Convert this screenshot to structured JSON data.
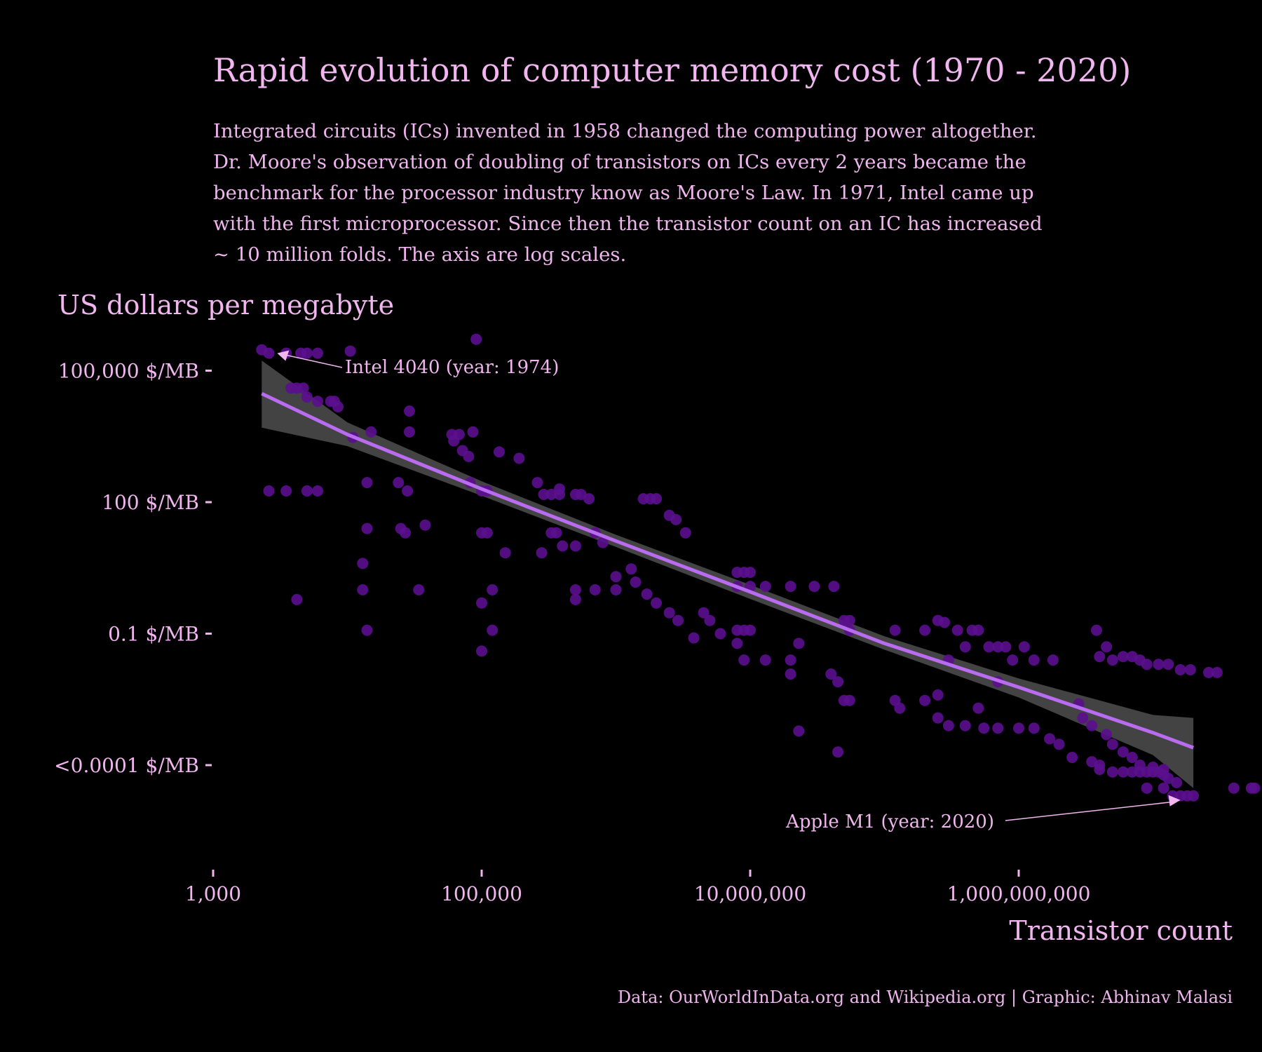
{
  "colors": {
    "background": "#000000",
    "text": "#f1b5ef",
    "points": "#5b0f8e",
    "trend": "#b96cf0",
    "ribbon": "#5a5a5a"
  },
  "title": "Rapid evolution of computer memory cost (1970 - 2020)",
  "subtitle": [
    "Integrated circuits (ICs) invented in 1958 changed the computing power altogether.",
    "Dr. Moore's observation of doubling of transistors on ICs every 2 years became the",
    "benchmark for the processor industry know as Moore's Law. In 1971, Intel came up",
    "with the first microprocessor. Since then the transistor count on an IC has increased",
    "~ 10 million folds. The axis are log scales."
  ],
  "caption": "Data: OurWorldInData.org and Wikipedia.org | Graphic: Abhinav Malasi",
  "chart_data": {
    "type": "scatter",
    "xscale": "log",
    "yscale": "log",
    "xlabel": "Transistor count",
    "ylabel": "US dollars per megabyte",
    "xlim": [
      1000,
      20000000000
    ],
    "ylim": [
      1e-06,
      2000000
    ],
    "grid": false,
    "x_ticks": [
      {
        "value": 1000,
        "label": "1,000"
      },
      {
        "value": 100000,
        "label": "100,000"
      },
      {
        "value": 10000000,
        "label": "10,000,000"
      },
      {
        "value": 1000000000,
        "label": "1,000,000,000"
      }
    ],
    "y_ticks": [
      {
        "value": 100000,
        "label": "100,000 $/MB"
      },
      {
        "value": 100,
        "label": "100 $/MB"
      },
      {
        "value": 0.1,
        "label": "0.1 $/MB"
      },
      {
        "value": 0.0001,
        "label": "<0.0001 $/MB"
      }
    ],
    "trend_line": {
      "x": [
        2300,
        10000,
        100000,
        1000000,
        10000000,
        100000000,
        1000000000,
        10000000000,
        20000000000
      ],
      "y": [
        30000,
        3500,
        200,
        13,
        0.9,
        0.06,
        0.006,
        0.00055,
        0.00025
      ],
      "ci_lower": [
        5000,
        1900,
        140,
        9.5,
        0.62,
        0.043,
        0.0035,
        0.00017,
        3e-05
      ],
      "ci_upper": [
        170000,
        6600,
        300,
        18,
        1.3,
        0.087,
        0.0095,
        0.0014,
        0.0012
      ]
    },
    "annotations": [
      {
        "text": "Intel 4040 (year: 1974)",
        "x": 3000,
        "y": 250000
      },
      {
        "text": "Apple M1 (year: 2020)",
        "x": 16000000000,
        "y": 1.6e-05
      }
    ],
    "points": [
      {
        "x": 2300,
        "y": 300000
      },
      {
        "x": 2600,
        "y": 250000
      },
      {
        "x": 3500,
        "y": 250000
      },
      {
        "x": 4500,
        "y": 250000
      },
      {
        "x": 5000,
        "y": 250000
      },
      {
        "x": 6000,
        "y": 250000
      },
      {
        "x": 10500,
        "y": 280000
      },
      {
        "x": 91000,
        "y": 520000
      },
      {
        "x": 3800,
        "y": 40000
      },
      {
        "x": 4200,
        "y": 40000
      },
      {
        "x": 4700,
        "y": 40000
      },
      {
        "x": 5000,
        "y": 25000
      },
      {
        "x": 6000,
        "y": 20000
      },
      {
        "x": 7500,
        "y": 20000
      },
      {
        "x": 8000,
        "y": 20000
      },
      {
        "x": 8500,
        "y": 15000
      },
      {
        "x": 11000,
        "y": 3000
      },
      {
        "x": 15000,
        "y": 4000
      },
      {
        "x": 29000,
        "y": 4000
      },
      {
        "x": 29000,
        "y": 12000
      },
      {
        "x": 60000,
        "y": 3500
      },
      {
        "x": 68000,
        "y": 3500
      },
      {
        "x": 86000,
        "y": 4000
      },
      {
        "x": 62000,
        "y": 2500
      },
      {
        "x": 72000,
        "y": 1500
      },
      {
        "x": 80000,
        "y": 1100
      },
      {
        "x": 135000,
        "y": 1400
      },
      {
        "x": 190000,
        "y": 1000
      },
      {
        "x": 2600,
        "y": 180
      },
      {
        "x": 3500,
        "y": 180
      },
      {
        "x": 5000,
        "y": 180
      },
      {
        "x": 6000,
        "y": 180
      },
      {
        "x": 14000,
        "y": 280
      },
      {
        "x": 24000,
        "y": 280
      },
      {
        "x": 28000,
        "y": 180
      },
      {
        "x": 82000,
        "y": 280
      },
      {
        "x": 100000,
        "y": 180
      },
      {
        "x": 110000,
        "y": 180
      },
      {
        "x": 14000,
        "y": 25
      },
      {
        "x": 25000,
        "y": 25
      },
      {
        "x": 27000,
        "y": 20
      },
      {
        "x": 38000,
        "y": 30
      },
      {
        "x": 100000,
        "y": 20
      },
      {
        "x": 110000,
        "y": 20
      },
      {
        "x": 260000,
        "y": 280
      },
      {
        "x": 290000,
        "y": 150
      },
      {
        "x": 330000,
        "y": 150
      },
      {
        "x": 380000,
        "y": 200
      },
      {
        "x": 380000,
        "y": 150
      },
      {
        "x": 500000,
        "y": 150
      },
      {
        "x": 550000,
        "y": 150
      },
      {
        "x": 630000,
        "y": 120
      },
      {
        "x": 1600000,
        "y": 120
      },
      {
        "x": 1800000,
        "y": 120
      },
      {
        "x": 2000000,
        "y": 120
      },
      {
        "x": 2500000,
        "y": 50
      },
      {
        "x": 2800000,
        "y": 40
      },
      {
        "x": 3300000,
        "y": 20
      },
      {
        "x": 150000,
        "y": 7
      },
      {
        "x": 280000,
        "y": 7
      },
      {
        "x": 330000,
        "y": 20
      },
      {
        "x": 360000,
        "y": 20
      },
      {
        "x": 400000,
        "y": 10
      },
      {
        "x": 500000,
        "y": 10
      },
      {
        "x": 700000,
        "y": 20
      },
      {
        "x": 800000,
        "y": 12
      },
      {
        "x": 1000000,
        "y": 2
      },
      {
        "x": 1300000,
        "y": 3
      },
      {
        "x": 1400000,
        "y": 1.5
      },
      {
        "x": 1700000,
        "y": 0.8
      },
      {
        "x": 13000,
        "y": 4
      },
      {
        "x": 13000,
        "y": 1
      },
      {
        "x": 14000,
        "y": 0.12
      },
      {
        "x": 4200,
        "y": 0.6
      },
      {
        "x": 34000,
        "y": 1
      },
      {
        "x": 100000,
        "y": 0.5
      },
      {
        "x": 120000,
        "y": 1
      },
      {
        "x": 120000,
        "y": 0.12
      },
      {
        "x": 100000,
        "y": 0.04
      },
      {
        "x": 500000,
        "y": 0.6
      },
      {
        "x": 500000,
        "y": 1
      },
      {
        "x": 700000,
        "y": 1
      },
      {
        "x": 1000000,
        "y": 1
      },
      {
        "x": 2000000,
        "y": 0.5
      },
      {
        "x": 2500000,
        "y": 0.3
      },
      {
        "x": 3800000,
        "y": 0.08
      },
      {
        "x": 2900000,
        "y": 0.2
      },
      {
        "x": 4500000,
        "y": 0.3
      },
      {
        "x": 5000000,
        "y": 0.2
      },
      {
        "x": 6000000,
        "y": 0.1
      },
      {
        "x": 8000000,
        "y": 2.5
      },
      {
        "x": 9000000,
        "y": 2.5
      },
      {
        "x": 10000000,
        "y": 2.5
      },
      {
        "x": 8000000,
        "y": 1.2
      },
      {
        "x": 10000000,
        "y": 1.2
      },
      {
        "x": 13000000,
        "y": 1.2
      },
      {
        "x": 20000000,
        "y": 1.2
      },
      {
        "x": 30000000,
        "y": 1.2
      },
      {
        "x": 42000000,
        "y": 1.2
      },
      {
        "x": 8000000,
        "y": 0.12
      },
      {
        "x": 9000000,
        "y": 0.12
      },
      {
        "x": 10000000,
        "y": 0.12
      },
      {
        "x": 8000000,
        "y": 0.06
      },
      {
        "x": 9000000,
        "y": 0.025
      },
      {
        "x": 13000000,
        "y": 0.025
      },
      {
        "x": 20000000,
        "y": 0.025
      },
      {
        "x": 20000000,
        "y": 0.012
      },
      {
        "x": 23000000,
        "y": 0.06
      },
      {
        "x": 23000000,
        "y": 0.0006
      },
      {
        "x": 40000000,
        "y": 0.012
      },
      {
        "x": 45000000,
        "y": 0.008
      },
      {
        "x": 45000000,
        "y": 0.0002
      },
      {
        "x": 50000000,
        "y": 0.2
      },
      {
        "x": 55000000,
        "y": 0.2
      },
      {
        "x": 55000000,
        "y": 0.12
      },
      {
        "x": 50000000,
        "y": 0.003
      },
      {
        "x": 55000000,
        "y": 0.003
      },
      {
        "x": 120000000,
        "y": 0.12
      },
      {
        "x": 200000000,
        "y": 0.12
      },
      {
        "x": 250000000,
        "y": 0.2
      },
      {
        "x": 280000000,
        "y": 0.18
      },
      {
        "x": 350000000,
        "y": 0.12
      },
      {
        "x": 450000000,
        "y": 0.12
      },
      {
        "x": 500000000,
        "y": 0.12
      },
      {
        "x": 120000000,
        "y": 0.003
      },
      {
        "x": 130000000,
        "y": 0.002
      },
      {
        "x": 200000000,
        "y": 0.003
      },
      {
        "x": 250000000,
        "y": 0.004
      },
      {
        "x": 300000000,
        "y": 0.025
      },
      {
        "x": 400000000,
        "y": 0.05
      },
      {
        "x": 600000000,
        "y": 0.05
      },
      {
        "x": 700000000,
        "y": 0.05
      },
      {
        "x": 800000000,
        "y": 0.05
      },
      {
        "x": 1100000000,
        "y": 0.05
      },
      {
        "x": 900000000,
        "y": 0.025
      },
      {
        "x": 1300000000,
        "y": 0.025
      },
      {
        "x": 1800000000,
        "y": 0.025
      },
      {
        "x": 700000000,
        "y": 0.008
      },
      {
        "x": 500000000,
        "y": 0.002
      },
      {
        "x": 250000000,
        "y": 0.0012
      },
      {
        "x": 300000000,
        "y": 0.0008
      },
      {
        "x": 400000000,
        "y": 0.0008
      },
      {
        "x": 550000000,
        "y": 0.0007
      },
      {
        "x": 700000000,
        "y": 0.0007
      },
      {
        "x": 1000000000,
        "y": 0.0007
      },
      {
        "x": 1300000000,
        "y": 0.0007
      },
      {
        "x": 1700000000,
        "y": 0.0004
      },
      {
        "x": 2000000000,
        "y": 0.0003
      },
      {
        "x": 2500000000,
        "y": 0.00015
      },
      {
        "x": 3500000000,
        "y": 0.00012
      },
      {
        "x": 4000000000,
        "y": 0.0001
      },
      {
        "x": 4000000000,
        "y": 8e-05
      },
      {
        "x": 5000000000,
        "y": 7e-05
      },
      {
        "x": 6000000000,
        "y": 7e-05
      },
      {
        "x": 7000000000,
        "y": 7e-05
      },
      {
        "x": 8000000000,
        "y": 7e-05
      },
      {
        "x": 9000000000,
        "y": 7e-05
      },
      {
        "x": 10000000000,
        "y": 7e-05
      },
      {
        "x": 11000000000,
        "y": 7e-05
      },
      {
        "x": 12000000000,
        "y": 6e-05
      },
      {
        "x": 13000000000,
        "y": 5e-05
      },
      {
        "x": 15000000000,
        "y": 4e-05
      },
      {
        "x": 9000000000,
        "y": 3e-05
      },
      {
        "x": 12000000000,
        "y": 3e-05
      },
      {
        "x": 14000000000,
        "y": 2e-05
      },
      {
        "x": 16000000000,
        "y": 2e-05
      },
      {
        "x": 18000000000,
        "y": 2e-05
      },
      {
        "x": 20000000000,
        "y": 2e-05
      },
      {
        "x": 4000000000,
        "y": 0.03
      },
      {
        "x": 5000000000,
        "y": 0.025
      },
      {
        "x": 6000000000,
        "y": 0.03
      },
      {
        "x": 7000000000,
        "y": 0.03
      },
      {
        "x": 8000000000,
        "y": 0.025
      },
      {
        "x": 9000000000,
        "y": 0.02
      },
      {
        "x": 11000000000,
        "y": 0.02
      },
      {
        "x": 13000000000,
        "y": 0.02
      },
      {
        "x": 16000000000,
        "y": 0.015
      },
      {
        "x": 19000000000,
        "y": 0.015
      },
      {
        "x": 26000000000,
        "y": 0.013
      },
      {
        "x": 30000000000,
        "y": 0.013
      },
      {
        "x": 3800000000,
        "y": 0.12
      },
      {
        "x": 4500000000,
        "y": 0.05
      },
      {
        "x": 2800000000,
        "y": 0.0025
      },
      {
        "x": 3000000000,
        "y": 0.0012
      },
      {
        "x": 3500000000,
        "y": 0.0008
      },
      {
        "x": 4500000000,
        "y": 0.0005
      },
      {
        "x": 5000000000,
        "y": 0.0003
      },
      {
        "x": 6000000000,
        "y": 0.0002
      },
      {
        "x": 7000000000,
        "y": 0.00015
      },
      {
        "x": 8000000000,
        "y": 0.0001
      },
      {
        "x": 10000000000,
        "y": 9e-05
      },
      {
        "x": 12000000000,
        "y": 8e-05
      },
      {
        "x": 40000000000,
        "y": 3e-05
      },
      {
        "x": 54000000000,
        "y": 3e-05
      },
      {
        "x": 57000000000,
        "y": 3e-05
      }
    ]
  }
}
